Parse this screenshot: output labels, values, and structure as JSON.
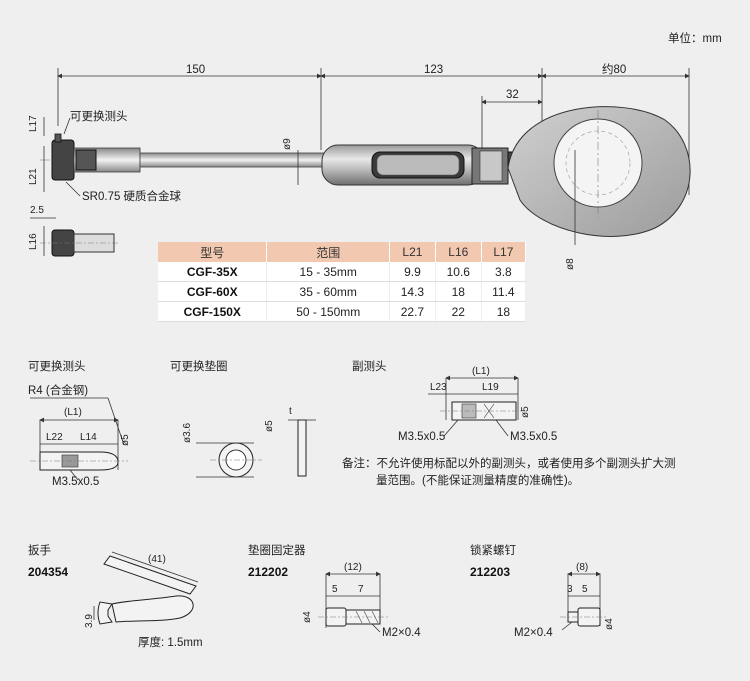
{
  "unit_label": "单位：mm",
  "main": {
    "dim_150": "150",
    "dim_123": "123",
    "dim_80": "约80",
    "dim_32": "32",
    "dim_phi9": "ø9",
    "dim_phi8": "ø8",
    "dim_l17": "L17",
    "dim_l21": "L21",
    "dim_l16": "L16",
    "dim_25": "2.5",
    "label_head": "可更换测头",
    "label_ball": "SR0.75 硬质合金球"
  },
  "table": {
    "headers": [
      "型号",
      "范围",
      "L21",
      "L16",
      "L17"
    ],
    "rows": [
      [
        "CGF-35X",
        "15 - 35mm",
        "9.9",
        "10.6",
        "3.8"
      ],
      [
        "CGF-60X",
        "35 - 60mm",
        "14.3",
        "18",
        "11.4"
      ],
      [
        "CGF-150X",
        "50 - 150mm",
        "22.7",
        "22",
        "18"
      ]
    ]
  },
  "parts": {
    "head": {
      "title": "可更换测头",
      "r4": "R4 (合金钢)",
      "l1": "(L1)",
      "l22": "L22",
      "l14": "L14",
      "phi5": "ø5",
      "thread": "M3.5x0.5"
    },
    "washer": {
      "title": "可更换垫圈",
      "phi36": "ø3.6",
      "phi5": "ø5",
      "t": "t"
    },
    "aux": {
      "title": "副测头",
      "l1": "(L1)",
      "l23": "L23",
      "l19": "L19",
      "phi5": "ø5",
      "thread_left": "M3.5x0.5",
      "thread_right": "M3.5x0.5"
    },
    "note_line1": "备注：不允许使用标配以外的副测头，或者使用多个副测头扩大测",
    "note_line2": "量范围。(不能保证测量精度的准确性)。",
    "wrench": {
      "title": "扳手",
      "code": "204354",
      "dim41": "(41)",
      "dim39": "3.9",
      "thickness": "厚度: 1.5mm"
    },
    "washer_holder": {
      "title": "垫圈固定器",
      "code": "212202",
      "dim12": "(12)",
      "dim5": "5",
      "dim7": "7",
      "phi4": "ø4",
      "thread": "M2×0.4"
    },
    "lock_screw": {
      "title": "锁紧螺钉",
      "code": "212203",
      "dim8": "(8)",
      "dim3": "3",
      "dim5": "5",
      "phi4": "ø4",
      "thread": "M2×0.4"
    }
  }
}
